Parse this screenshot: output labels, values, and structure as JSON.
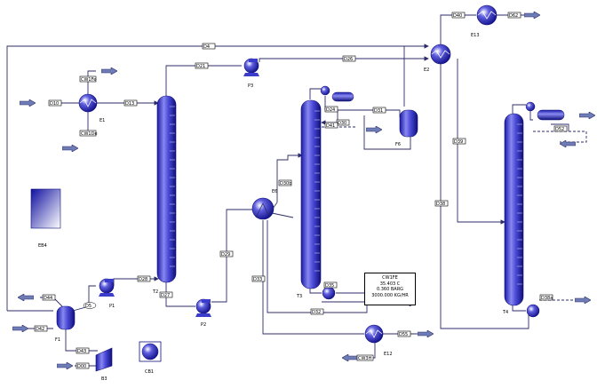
{
  "colors": {
    "equipment": "#3c3ccc",
    "pipe": "#2c2c6a",
    "highlight": "#ffffff",
    "arrow": "#6e7db6"
  },
  "streams": {
    "s1": "D4",
    "s2": "D10",
    "s3": "D13",
    "s4": "D21",
    "s5": "D26",
    "s6": "D40",
    "s7": "D62",
    "s8": "CW1Fe",
    "s9": "CW1De",
    "s10": "D39",
    "s11": "D31",
    "s12": "D30",
    "s13": "D38",
    "s14": "D30b",
    "s15": "D29",
    "s16": "D33",
    "s17": "D27",
    "s18": "D28",
    "s19": "D44",
    "s20": "D42",
    "s21": "D43",
    "s22": "D00",
    "s23": "D24",
    "s24": "D32",
    "s25": "D35",
    "s26": "D38a",
    "s27": "D52",
    "s28": "D55",
    "s29": "CW3H",
    "s30": "D41",
    "s31": "D5"
  },
  "equipment": {
    "e1": "E1",
    "e2": "P3",
    "e3": "E2",
    "e4": "E13",
    "e5": "T2",
    "e6": "T3",
    "e7": "T4",
    "e8": "F6",
    "e9": "P1",
    "e10": "P2",
    "e11": "E6",
    "e12": "F1",
    "e13": "E12",
    "e14": "B3",
    "e15": "CB1",
    "e16": "EB4"
  },
  "info": {
    "line1": "CW1FE",
    "line2": "35.403 C",
    "line3": "0.360 BARG",
    "line4": "3000.000 KG/HR"
  }
}
